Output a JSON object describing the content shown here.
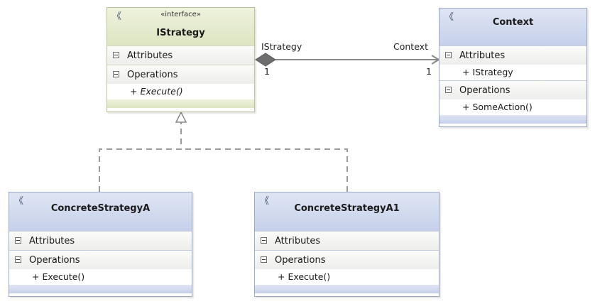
{
  "classes": {
    "istrategy": {
      "stereotype": "«interface»",
      "name": "IStrategy",
      "attributes_label": "Attributes",
      "operations_label": "Operations",
      "operations": [
        "+ Execute()"
      ]
    },
    "context": {
      "name": "Context",
      "attributes_label": "Attributes",
      "attributes": [
        "+ IStrategy"
      ],
      "operations_label": "Operations",
      "operations": [
        "+ SomeAction()"
      ]
    },
    "concrete_a": {
      "name": "ConcreteStrategyA",
      "attributes_label": "Attributes",
      "operations_label": "Operations",
      "operations": [
        "+ Execute()"
      ]
    },
    "concrete_a1": {
      "name": "ConcreteStrategyA1",
      "attributes_label": "Attributes",
      "operations_label": "Operations",
      "operations": [
        "+ Execute()"
      ]
    }
  },
  "association": {
    "source_role": "IStrategy",
    "source_multiplicity": "1",
    "target_role": "Context",
    "target_multiplicity": "1"
  },
  "icons": {
    "collapse": "double-chevron-up-icon",
    "toggle": "minus-box-icon"
  },
  "colors": {
    "interface_header": "#dde5c2",
    "class_header": "#c6d0ea",
    "class_border": "#9aaac8",
    "connector": "#8a8a8a"
  }
}
